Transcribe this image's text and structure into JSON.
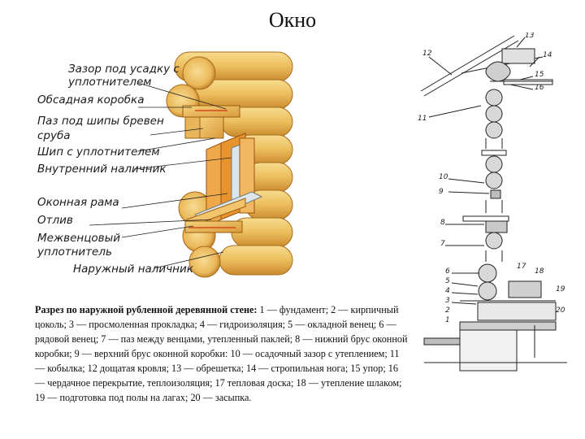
{
  "title": "Окно",
  "labels": {
    "l1": "Зазор под усадку с",
    "l1b": "уплотнителем",
    "l2": "Обсадная коробка",
    "l3": "Паз под шипы бревен",
    "l3b": "сруба",
    "l4": "Шип с уплотнителем",
    "l5": "Внутренний наличник",
    "l6": "Оконная рама",
    "l7": "Отлив",
    "l8": "Межвенцовый",
    "l8b": "уплотнитель",
    "l9": "Наружный наличник"
  },
  "caption": {
    "heading": "Разрез по наружной рубленной деревянной стене:",
    "body": " 1 — фундамент; 2 — кирпичный цоколь; 3 — просмоленная прокладка; 4 — гидроизоляция; 5 — окладной венец; 6 — рядовой венец; 7 — паз между венцами, утепленный паклей; 8 — нижний брус оконной коробки; 9 — верхний брус оконной коробки: 10 — осадочный зазор с утеплением; 11 — кобылка; 12 дощатая кровля; 13 — обрешетка; 14 — стропильная нога; 15 упор; 16 — чердачное перекрытие, теплоизоляция; 17 тепловая доска; 18 — утепление шлаком; 19 — подготовка под полы на лагах; 20 — засыпка."
  },
  "numbers": {
    "n1": "1",
    "n2": "2",
    "n3": "3",
    "n4": "4",
    "n5": "5",
    "n6": "6",
    "n7": "7",
    "n8": "8",
    "n9": "9",
    "n10": "10",
    "n11": "11",
    "n12": "12",
    "n13": "13",
    "n14": "14",
    "n15": "15",
    "n16": "16",
    "n17": "17",
    "n18": "18",
    "n19": "19",
    "n20": "20"
  },
  "colors": {
    "wood_light": "#f3d27a",
    "wood_mid": "#e2ad4a",
    "wood_dark": "#b87822",
    "frame_orange": "#e8932e",
    "glass": "#d9e6ef"
  }
}
